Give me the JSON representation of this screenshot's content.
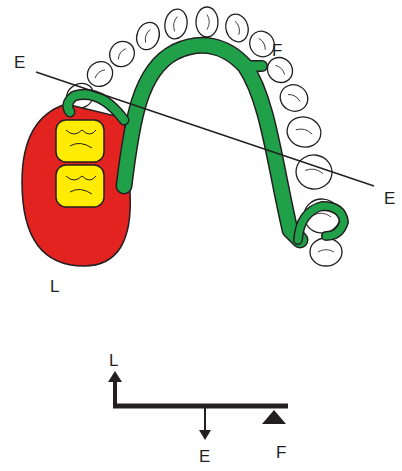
{
  "diagram": {
    "labels": [
      "E",
      "F",
      "E",
      "L",
      "L",
      "E",
      "F"
    ]
  }
}
